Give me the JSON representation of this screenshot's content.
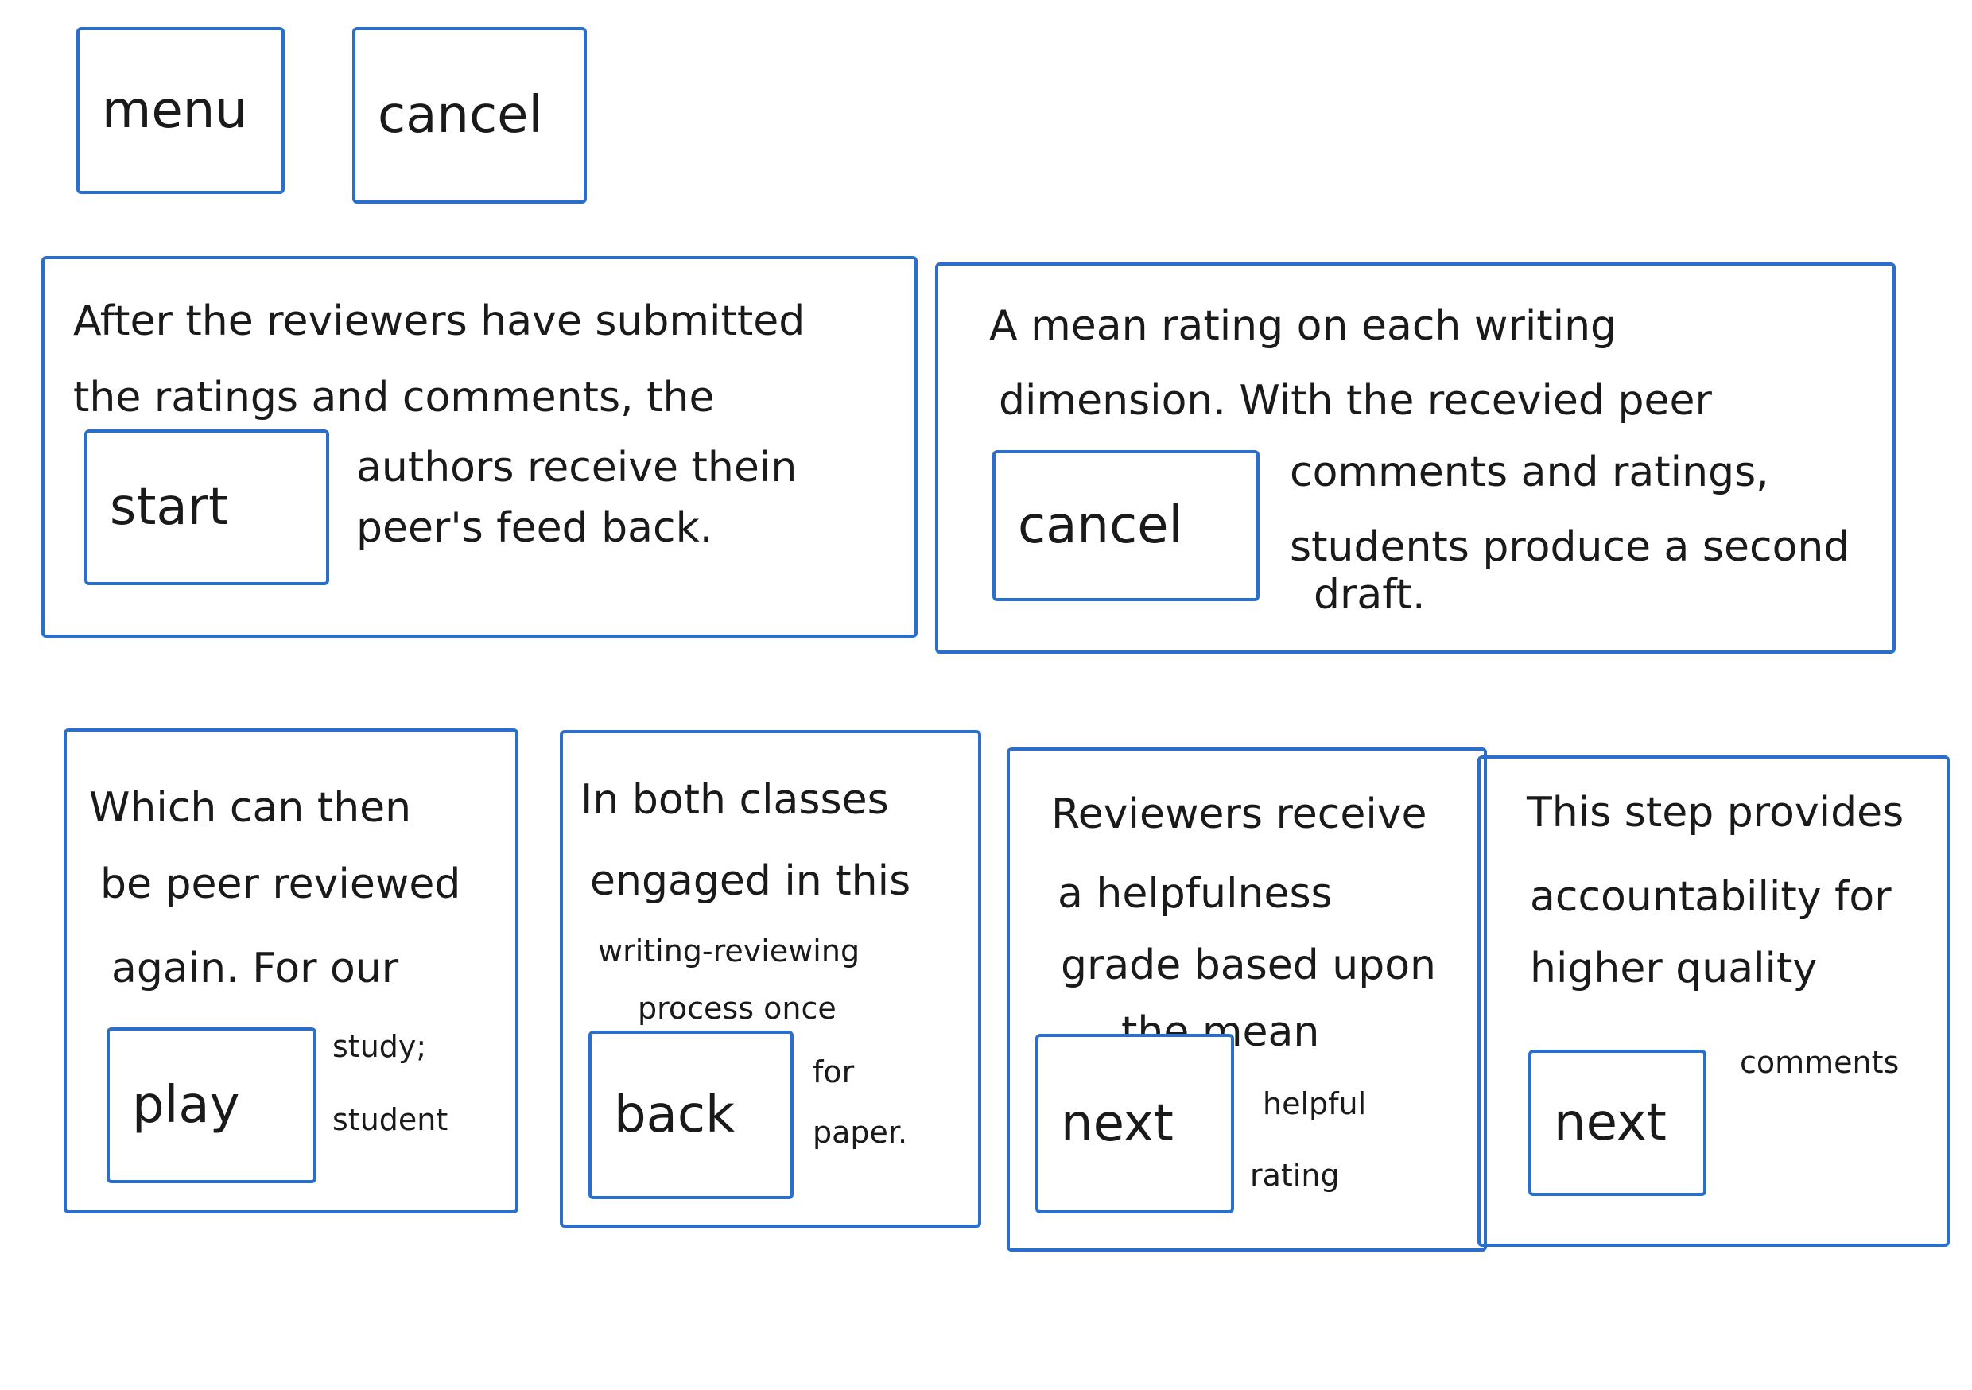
{
  "top_buttons": {
    "menu": "menu",
    "cancel": "cancel"
  },
  "panels": [
    {
      "button": "start",
      "lines": [
        "After the reviewers have submitted",
        "the ratings and comments, the",
        "authors receive thein",
        "peer's feed back."
      ]
    },
    {
      "button": "cancel",
      "lines": [
        "A mean rating on each writing",
        "dimension. With the recevied peer",
        "comments and ratings,",
        "students produce a second",
        "draft."
      ]
    },
    {
      "button": "play",
      "lines": [
        "Which can then",
        "be peer reviewed",
        "again. For our",
        "study;",
        "student"
      ]
    },
    {
      "button": "back",
      "lines": [
        "In both classes",
        "engaged in this",
        "writing-reviewing",
        "process once",
        "for",
        "paper."
      ]
    },
    {
      "button": "next",
      "lines": [
        "Reviewers receive",
        "a helpfulness",
        "grade based upon",
        "the mean",
        "helpful",
        "rating"
      ]
    },
    {
      "button": "next",
      "lines": [
        "This step provides",
        "accountability for",
        "higher quality",
        "comments"
      ]
    }
  ]
}
